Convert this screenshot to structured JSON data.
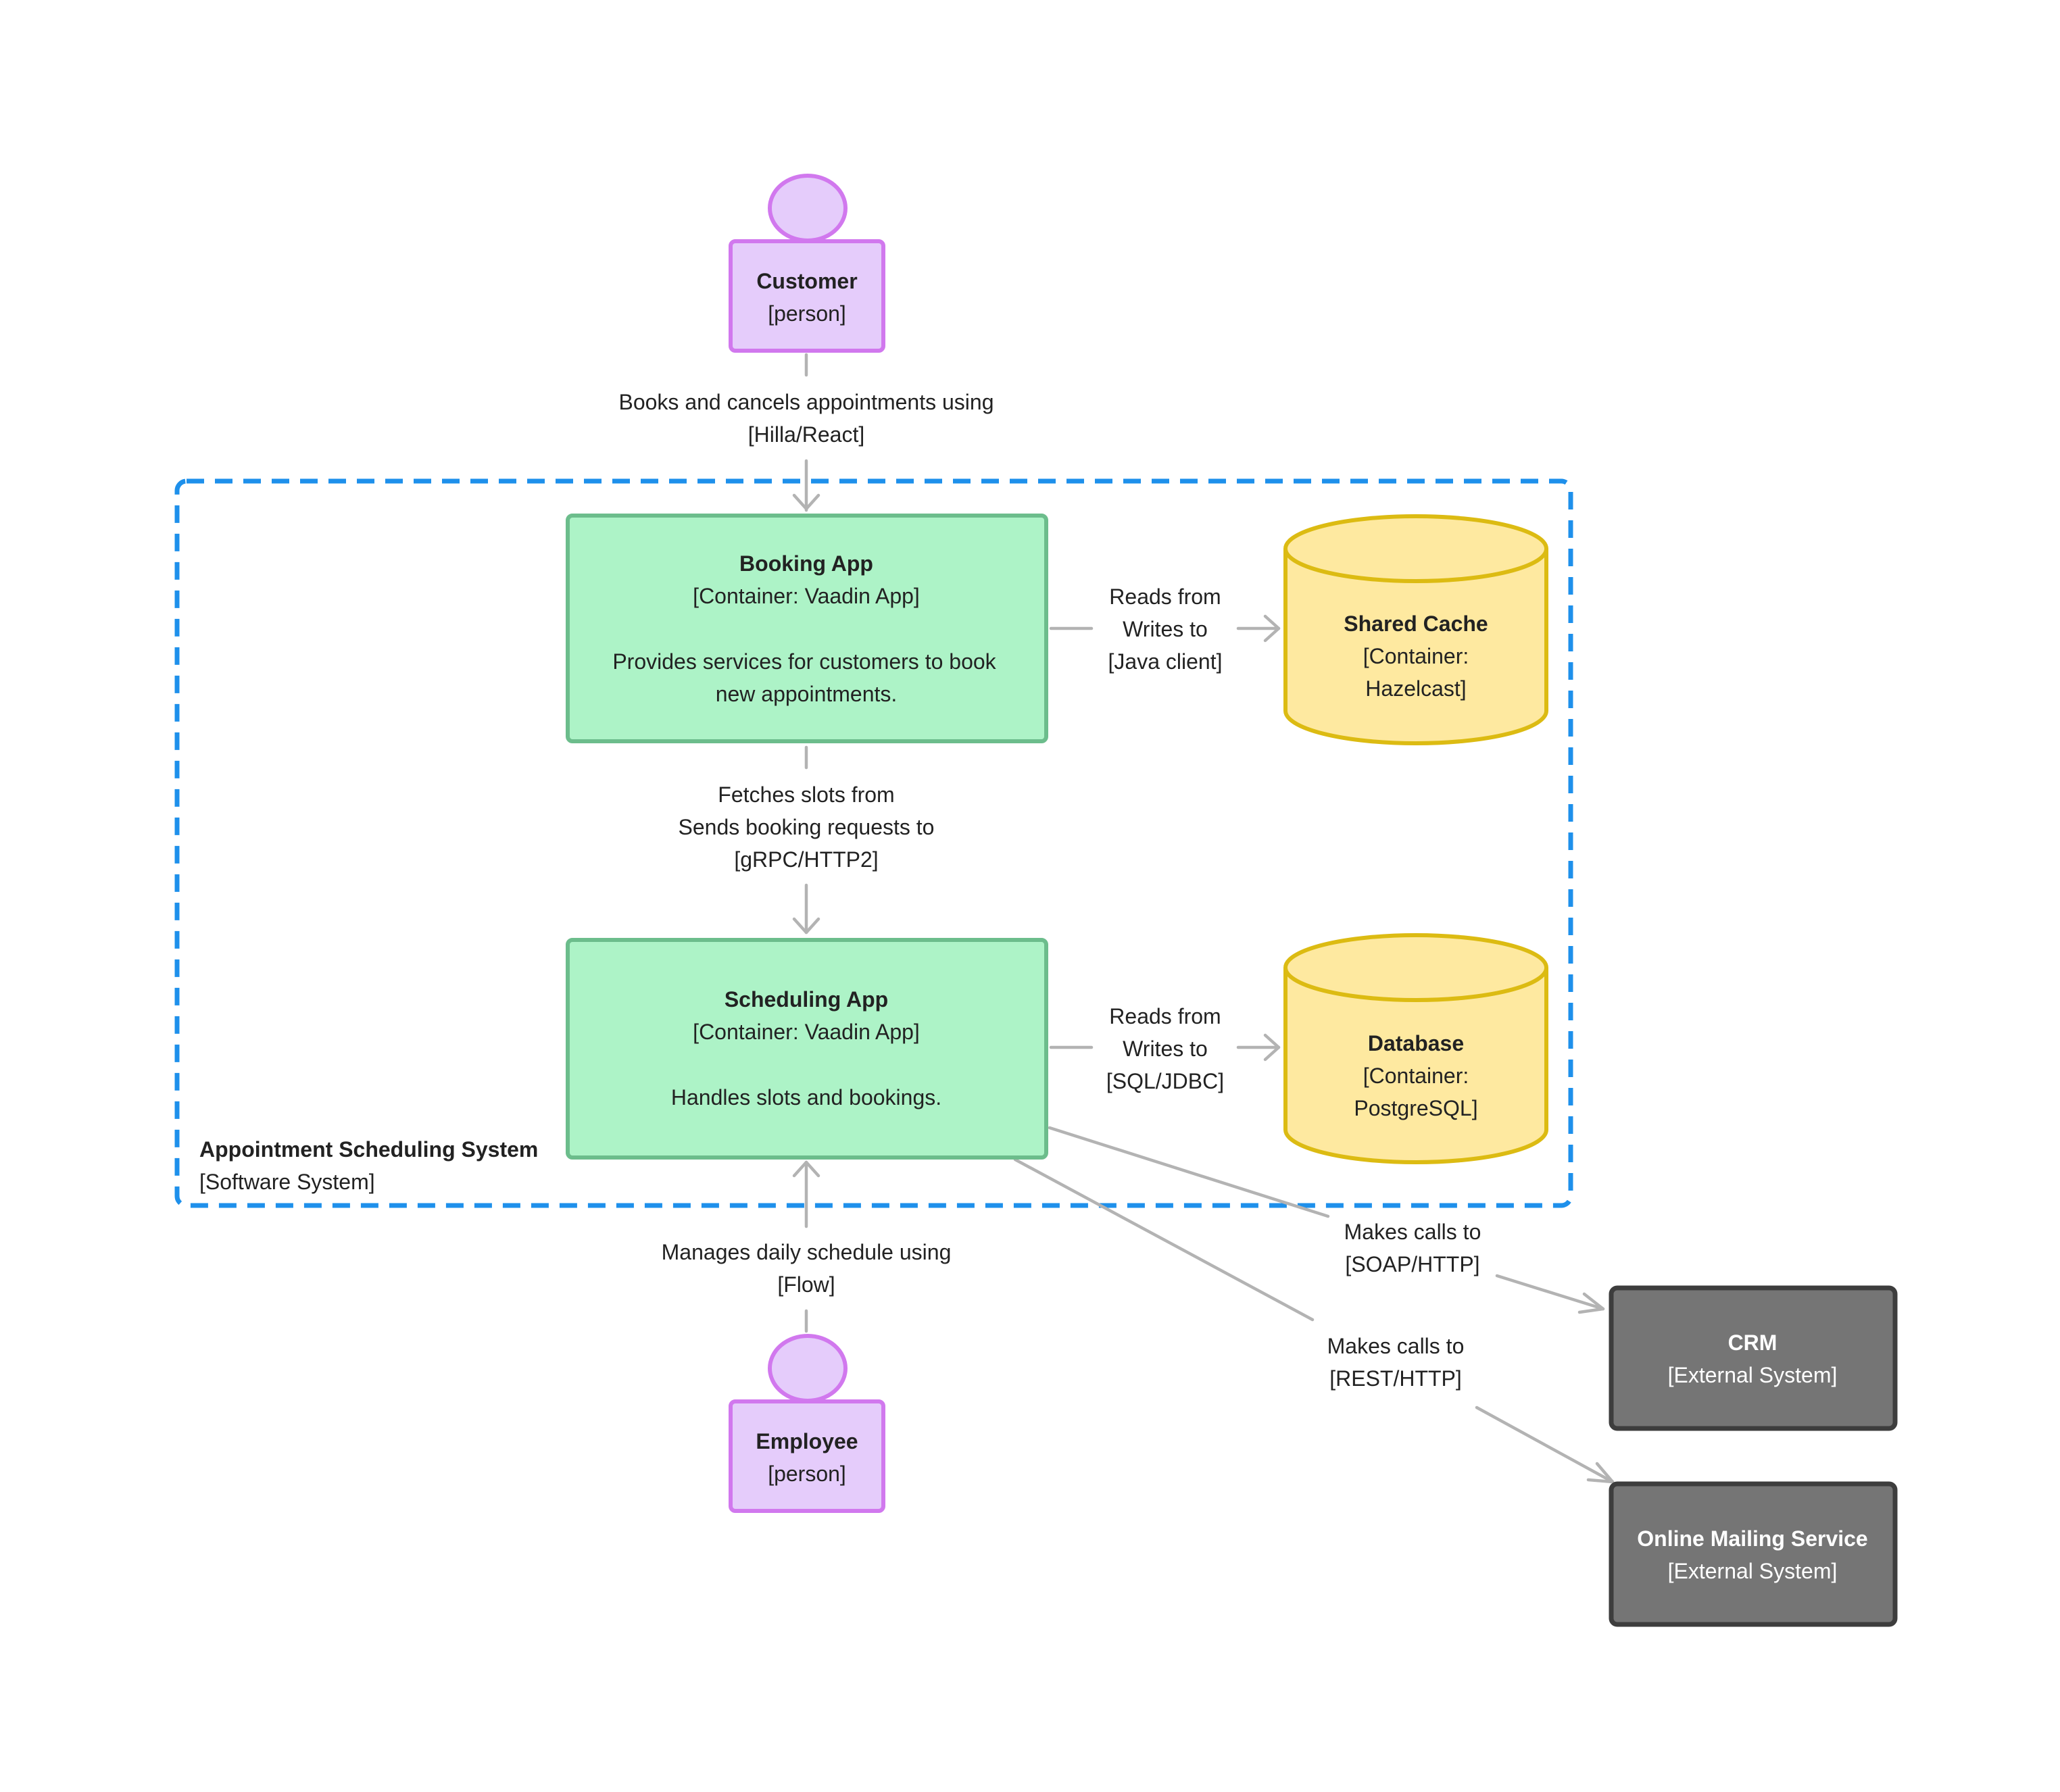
{
  "colors": {
    "person_fill": "#e5ccfb",
    "person_stroke": "#d178ee",
    "container_fill": "#adf3c7",
    "container_stroke": "#6cbd8c",
    "db_fill": "#fee9a0",
    "db_stroke": "#dcbb12",
    "external_fill": "#757575",
    "external_stroke": "#3d3d3d",
    "boundary_stroke": "#1e90eb",
    "edge": "#b3b3b3"
  },
  "boundary": {
    "title": "Appointment Scheduling System",
    "type": "[Software System]"
  },
  "nodes": {
    "customer": {
      "title": "Customer",
      "type": "[person]"
    },
    "employee": {
      "title": "Employee",
      "type": "[person]"
    },
    "booking_app": {
      "title": "Booking App",
      "type": "[Container: Vaadin App]",
      "desc1": "Provides services for customers to book",
      "desc2": "new appointments."
    },
    "scheduling_app": {
      "title": "Scheduling App",
      "type": "[Container: Vaadin App]",
      "desc1": "Handles slots and bookings."
    },
    "shared_cache": {
      "title": "Shared Cache",
      "type1": "[Container:",
      "type2": "Hazelcast]"
    },
    "database": {
      "title": "Database",
      "type1": "[Container:",
      "type2": "PostgreSQL]"
    },
    "crm": {
      "title": "CRM",
      "type": "[External System]"
    },
    "mailing": {
      "title": "Online Mailing Service",
      "type": "[External System]"
    }
  },
  "edges": {
    "customer_booking": {
      "line1": "Books and cancels appointments using",
      "line2": "[Hilla/React]"
    },
    "booking_cache": {
      "line1": "Reads from",
      "line2": "Writes to",
      "line3": "[Java client]"
    },
    "booking_scheduling": {
      "line1": "Fetches slots from",
      "line2": "Sends booking requests to",
      "line3": "[gRPC/HTTP2]"
    },
    "scheduling_db": {
      "line1": "Reads from",
      "line2": "Writes to",
      "line3": "[SQL/JDBC]"
    },
    "employee_scheduling": {
      "line1": "Manages daily schedule using",
      "line2": "[Flow]"
    },
    "scheduling_crm": {
      "line1": "Makes calls to",
      "line2": "[SOAP/HTTP]"
    },
    "scheduling_mailing": {
      "line1": "Makes calls to",
      "line2": "[REST/HTTP]"
    }
  }
}
